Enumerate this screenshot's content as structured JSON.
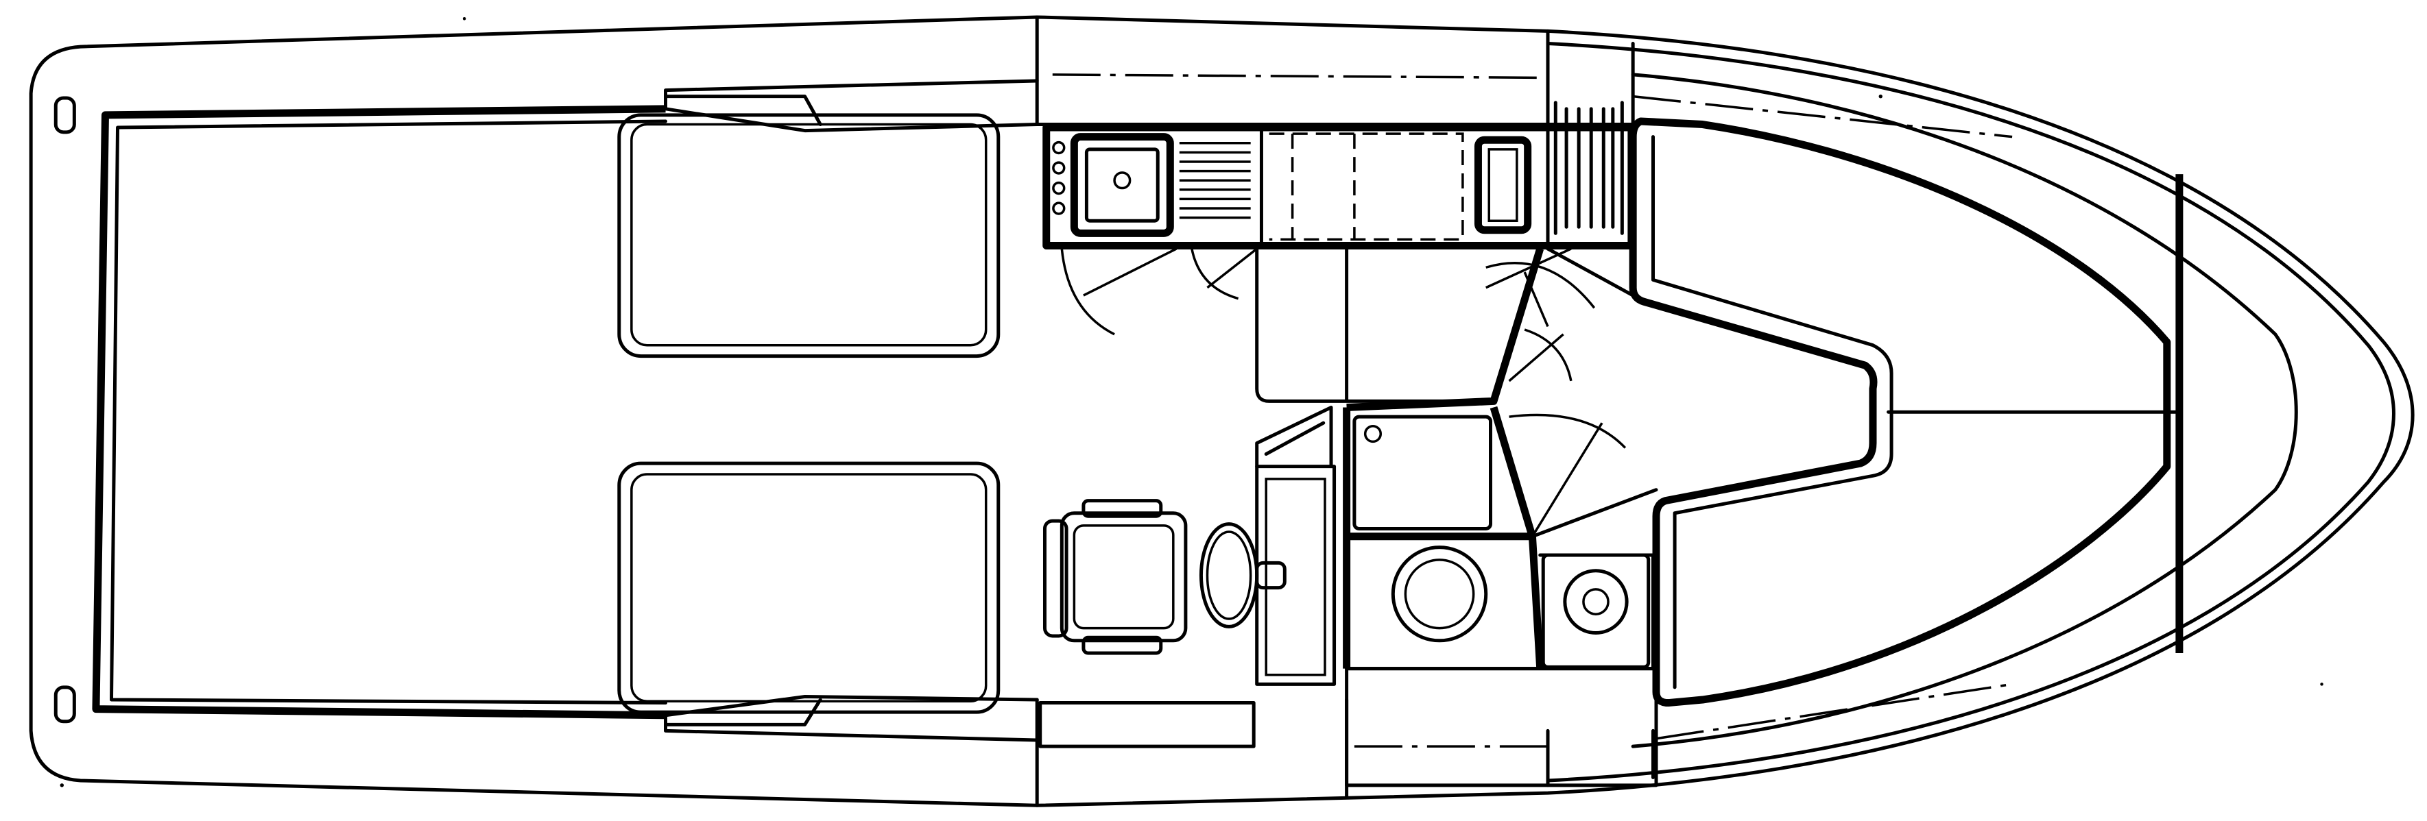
{
  "diagram": {
    "type": "boat-deck-floor-plan",
    "orientation": "bow-right",
    "line_color": "#000000",
    "background_color": "#ffffff",
    "components": [
      "hull-outline",
      "cockpit",
      "cockpit-seat-upper",
      "cockpit-seat-lower",
      "galley-counter",
      "galley-sink",
      "stove-burners",
      "refrigerator",
      "helm-seat",
      "steering-wheel",
      "companionway-steps",
      "head-compartment",
      "toilet",
      "shower-drain",
      "v-berth",
      "forward-bulkhead",
      "stern-cleat-port",
      "stern-cleat-starboard"
    ]
  }
}
